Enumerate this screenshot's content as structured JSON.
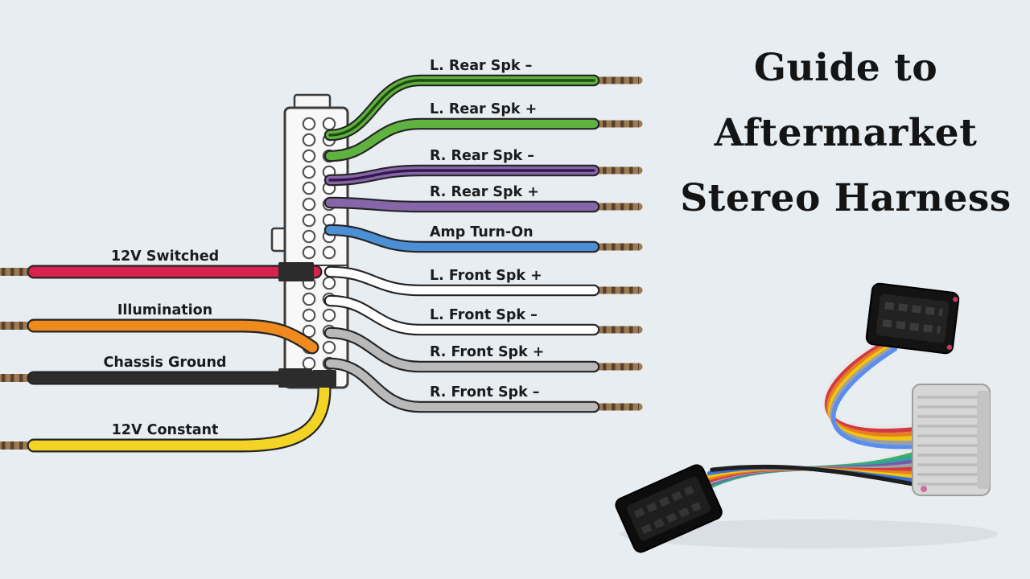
{
  "background": "#e8edf2",
  "title": {
    "lines": [
      "Guide to",
      "Aftermarket",
      "Stereo Harness"
    ],
    "color": "#141414"
  },
  "diagram": {
    "right_wires": [
      {
        "label": "L. Rear Spk –",
        "color": "#5eb33f",
        "stripe": "#1f4d10"
      },
      {
        "label": "L. Rear Spk +",
        "color": "#5eb33f",
        "stripe": null
      },
      {
        "label": "R. Rear Spk –",
        "color": "#8666a8",
        "stripe": "#32184f"
      },
      {
        "label": "R. Rear Spk +",
        "color": "#8666a8",
        "stripe": null
      },
      {
        "label": "Amp Turn-On",
        "color": "#4b8fd5",
        "stripe": null
      },
      {
        "label": "L. Front Spk +",
        "color": "#ffffff",
        "stripe": null
      },
      {
        "label": "L. Front Spk –",
        "color": "#ffffff",
        "stripe": null
      },
      {
        "label": "R. Front Spk +",
        "color": "#b9b9b9",
        "stripe": null
      },
      {
        "label": "R. Front Spk –",
        "color": "#b9b9b9",
        "stripe": null
      }
    ],
    "left_wires": [
      {
        "label": "12V Switched",
        "color": "#d6224c"
      },
      {
        "label": "Illumination",
        "color": "#ee8a1e"
      },
      {
        "label": "Chassis Ground",
        "color": "#2d2d2d"
      },
      {
        "label": "12V Constant",
        "color": "#f3d326"
      }
    ],
    "copper_color": "#9c7a52",
    "copper_dark": "#57412d",
    "label_color": "#1b1b1b"
  },
  "photo": {
    "bundle_colors": [
      "#e8e8e8",
      "#3fae6a",
      "#2fa3a0",
      "#7a58a6",
      "#9aa0a6",
      "#d23a43",
      "#e67e22",
      "#f1c40f",
      "#3b6fd4",
      "#1e1e1e"
    ],
    "loop_colors": [
      "#e8e8e8",
      "#d23a43",
      "#e67e22",
      "#f1c40f",
      "#9aa0a6",
      "#5b8def"
    ]
  }
}
